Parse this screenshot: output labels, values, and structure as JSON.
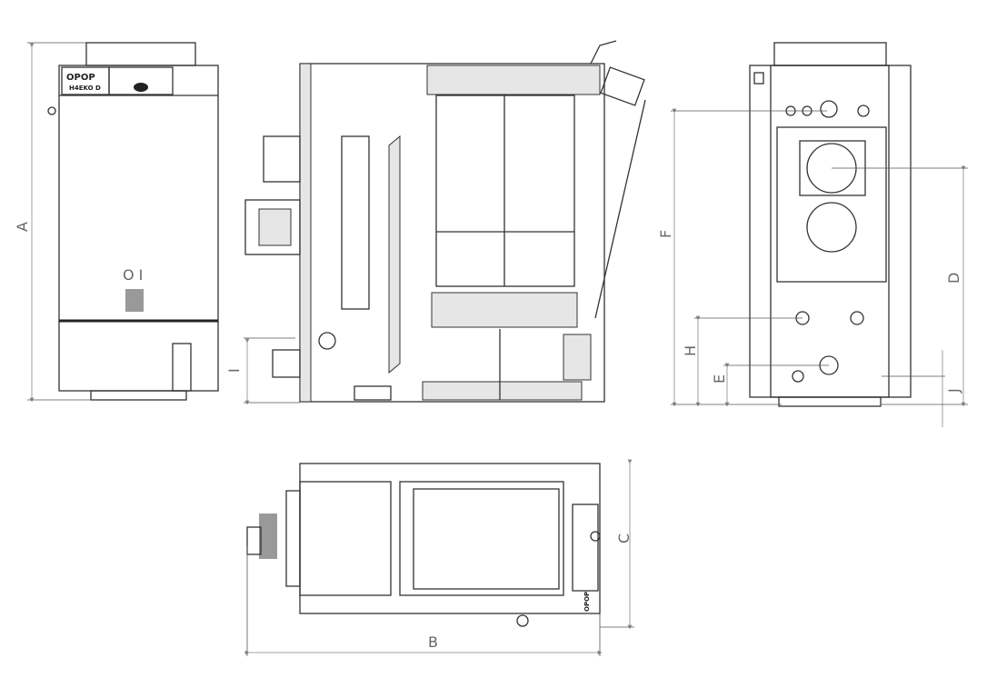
{
  "title": "Boiler dimension drawing",
  "logo": {
    "brand": "OPOP",
    "model": "H4EKO D"
  },
  "dimensions": [
    "A",
    "B",
    "C",
    "D",
    "E",
    "F",
    "H",
    "I",
    "J"
  ],
  "views": [
    "front",
    "side-section",
    "rear",
    "top"
  ]
}
